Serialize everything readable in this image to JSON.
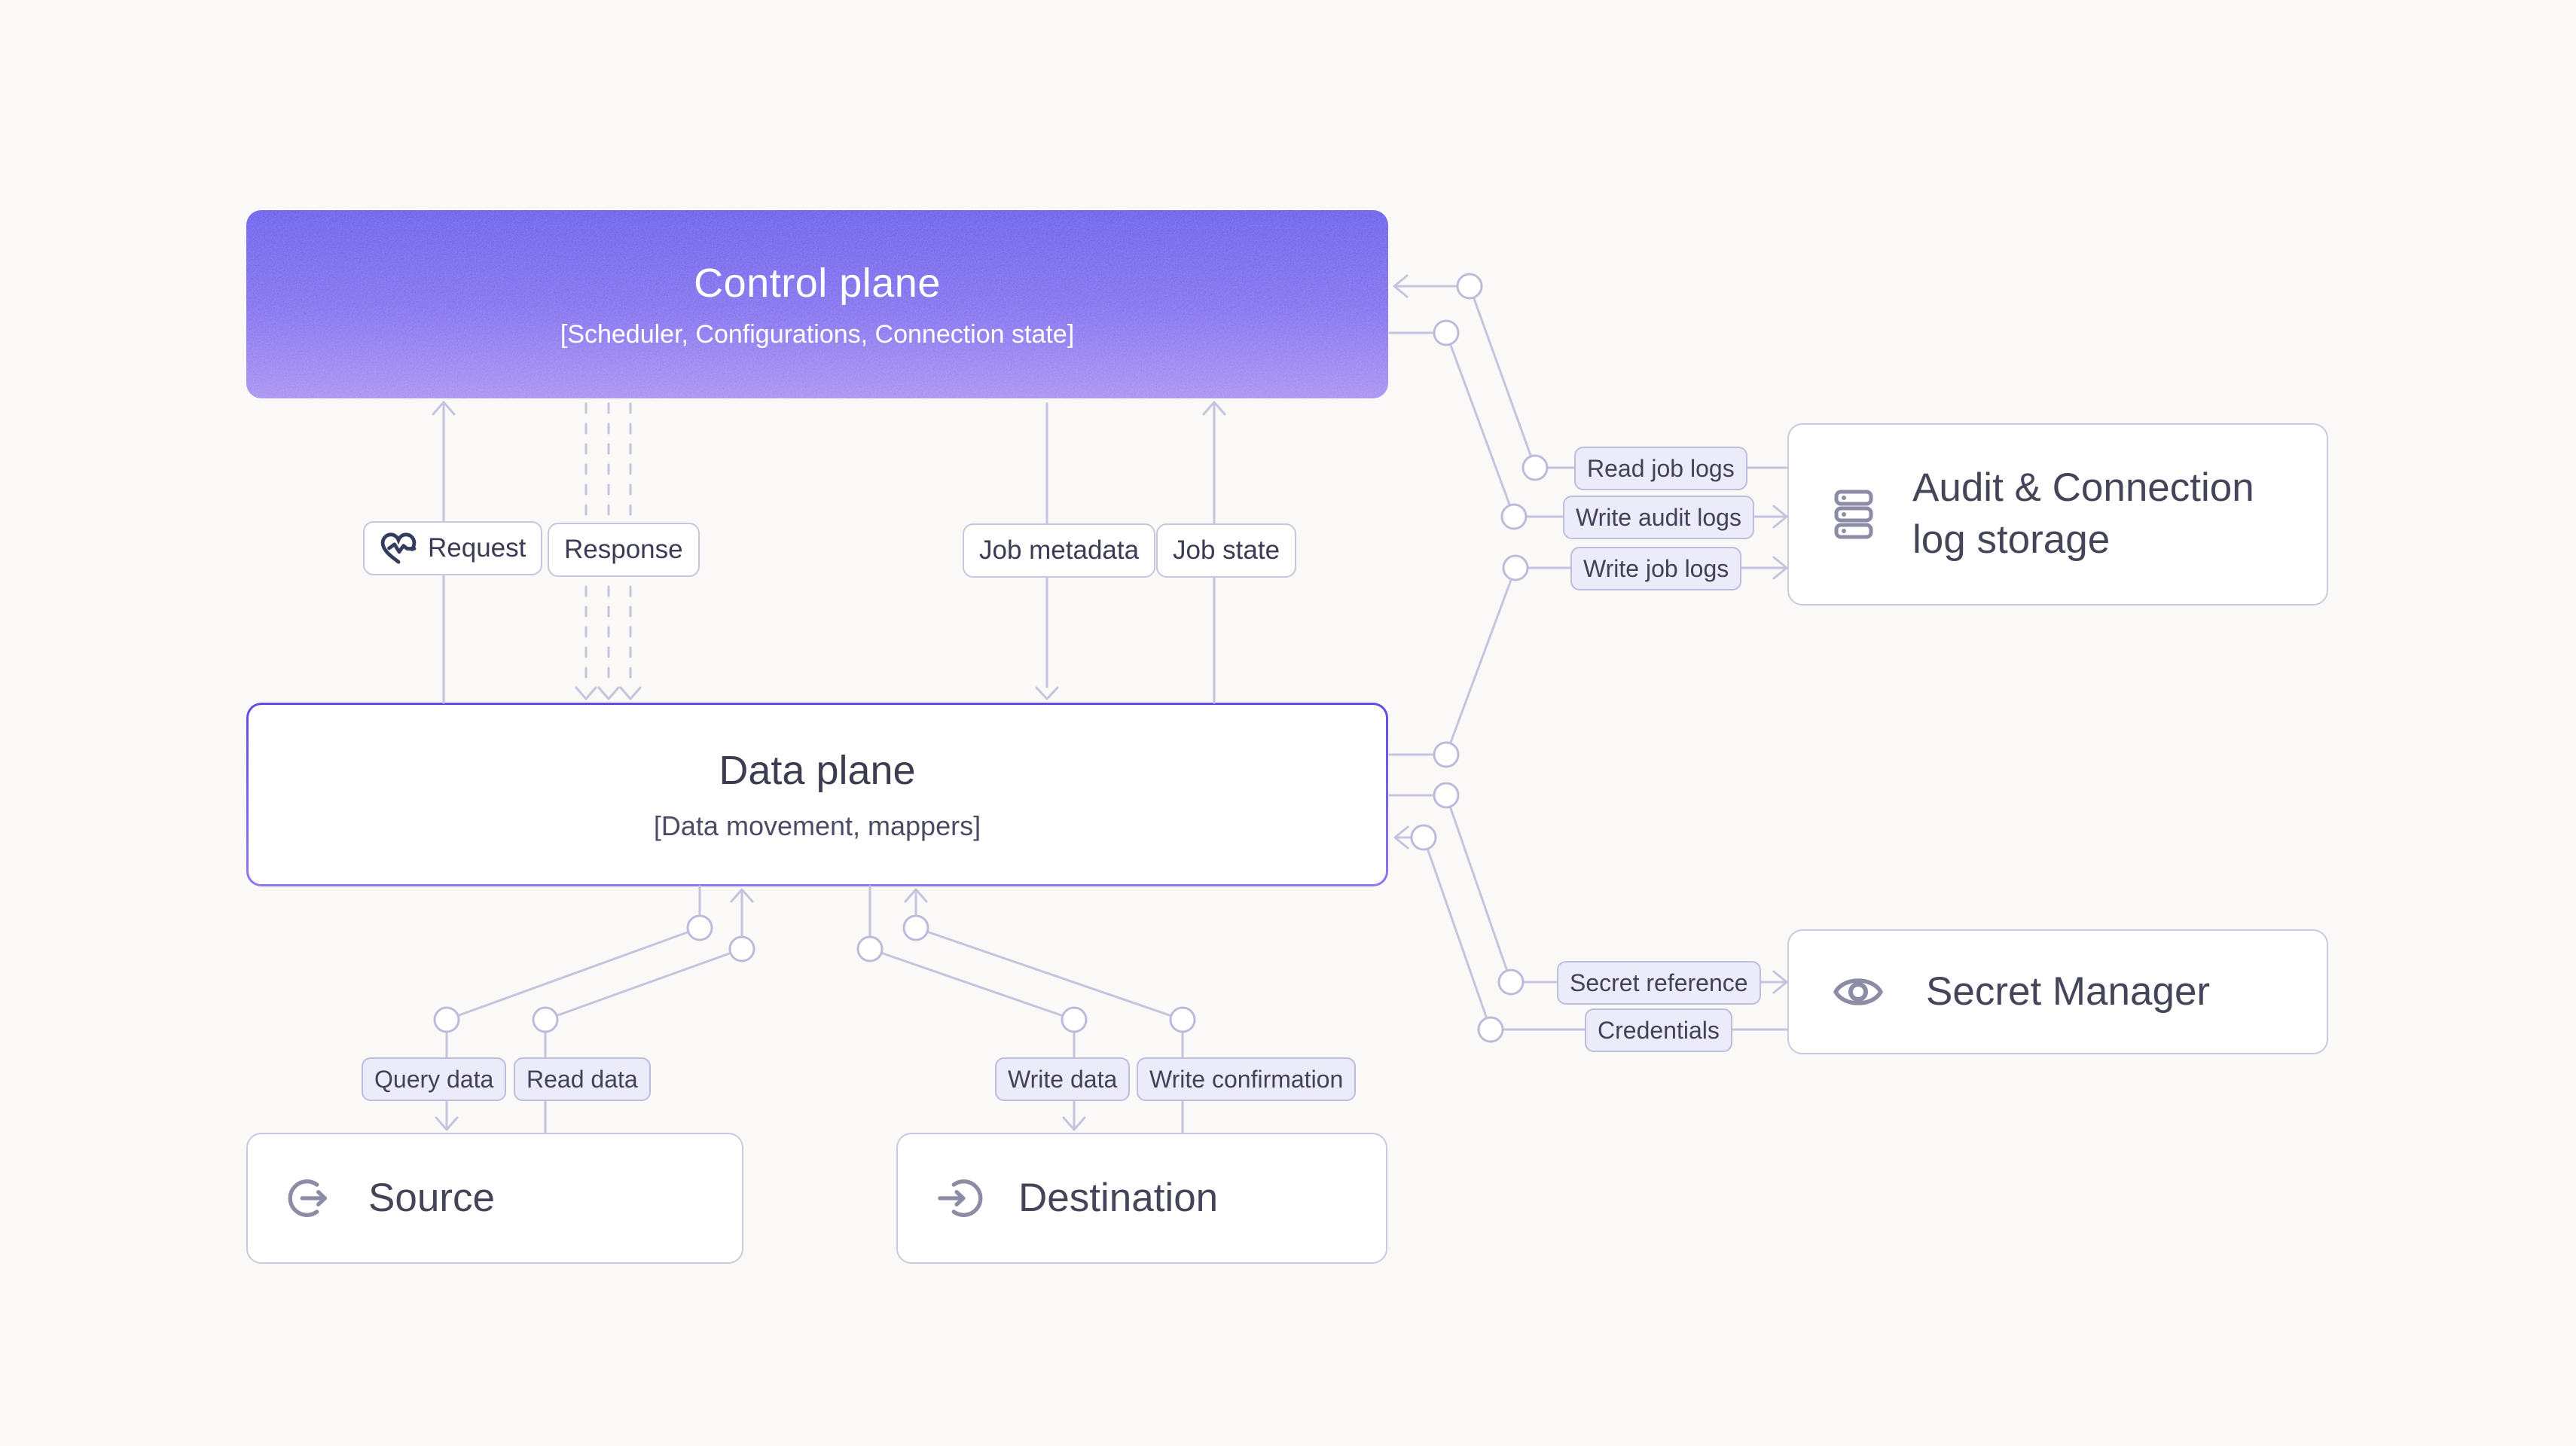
{
  "diagram": {
    "nodes": {
      "control_plane": {
        "title": "Control plane",
        "subtitle": "[Scheduler, Configurations, Connection state]"
      },
      "data_plane": {
        "title": "Data plane",
        "subtitle": "[Data movement, mappers]"
      },
      "source": {
        "title": "Source",
        "icon": "sign-out-icon"
      },
      "destination": {
        "title": "Destination",
        "icon": "sign-in-icon"
      },
      "audit_log_storage": {
        "title": "Audit & Connection log storage",
        "icon": "server-icon"
      },
      "secret_manager": {
        "title": "Secret Manager",
        "icon": "eye-icon"
      }
    },
    "edge_labels": {
      "request": "Request",
      "response": "Response",
      "job_metadata": "Job metadata",
      "job_state": "Job state",
      "read_job_logs": "Read job logs",
      "write_audit_logs": "Write audit logs",
      "write_job_logs": "Write job logs",
      "secret_reference": "Secret reference",
      "credentials": "Credentials",
      "query_data": "Query data",
      "read_data": "Read data",
      "write_data": "Write data",
      "write_confirmation": "Write confirmation"
    },
    "theme": {
      "background": "#FAF9F7",
      "connector_line": "#C4C4DE",
      "control_plane_gradient_top": "#655BEA",
      "control_plane_gradient_bottom": "#A48CF1",
      "data_plane_border_top": "#5F4DE8",
      "data_plane_border_bottom": "#9077F0",
      "chip_lavender_bg": "#EBEBFA",
      "text_dark": "#3B3B55",
      "icon_gray": "#8C8CA6",
      "icon_navy": "#333B5F"
    }
  }
}
